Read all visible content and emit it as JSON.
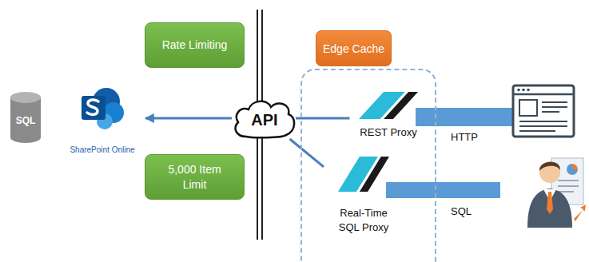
{
  "diagram": {
    "nodes": [
      {
        "text": [
          "SQL"
        ]
      },
      {
        "text": [
          "SharePoint Online"
        ]
      },
      {
        "text": [
          "Rate Limiting"
        ]
      },
      {
        "text": [
          "5,000 Item Limit"
        ]
      },
      {
        "text": [
          "API"
        ]
      },
      {
        "text": [
          "Edge Cache"
        ]
      },
      {
        "text": [
          "REST Proxy"
        ],
        "in": 5
      },
      {
        "text": [
          "Real-Time SQL Proxy"
        ],
        "in": 5
      }
    ],
    "edges": [
      {
        "from": 4,
        "to": 1,
        "arrow": "to"
      },
      {
        "from": 4,
        "to": 6,
        "arrow": "none"
      },
      {
        "from": 4,
        "to": 7,
        "arrow": "none"
      }
    ],
    "labels": [
      "HTTP",
      "SQL"
    ]
  }
}
